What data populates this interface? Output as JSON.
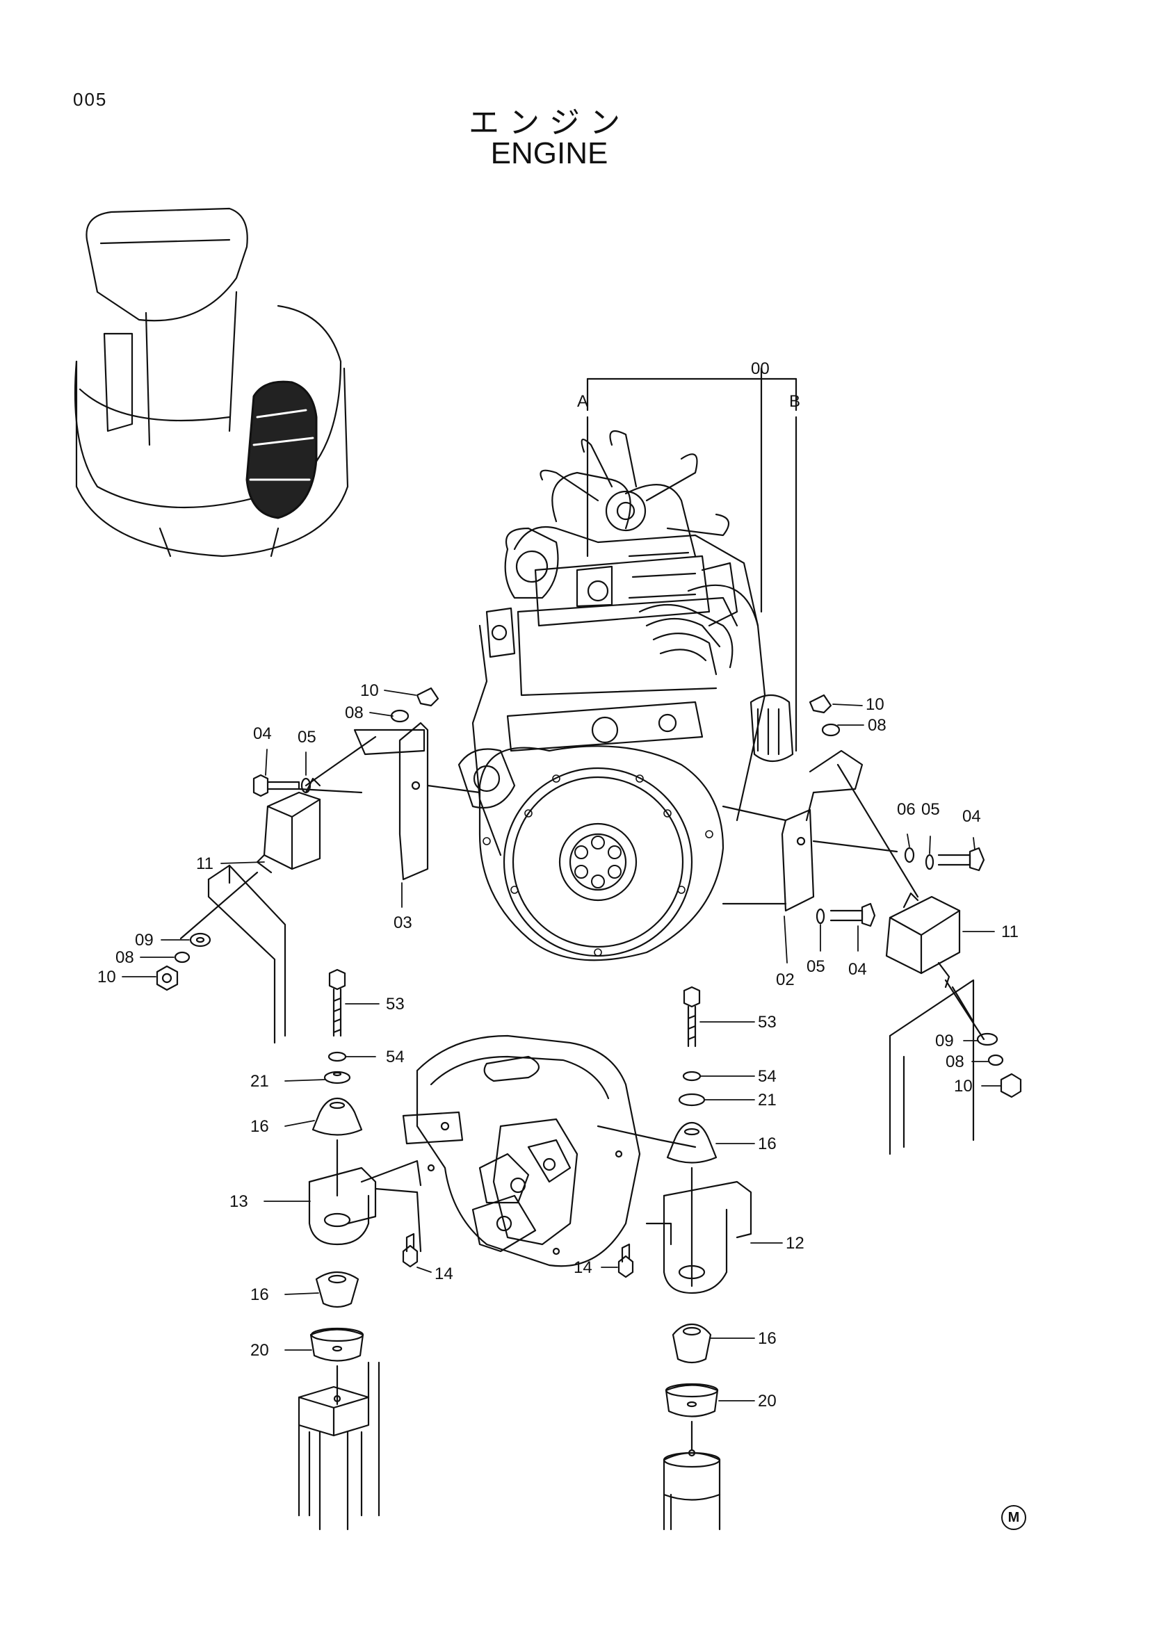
{
  "header": {
    "page_number": "005",
    "title_jp": "エンジン",
    "title_en": "ENGINE"
  },
  "callouts": {
    "assembly": "00",
    "sub_a": "A",
    "sub_b": "B",
    "bracket_right": "02",
    "bracket_left": "03",
    "bolt": "04",
    "spring_washer": "05",
    "washer_small": "06",
    "lock_washer": "08",
    "plain_washer": "09",
    "nut": "10",
    "mount_rubber": "11",
    "bracket_rr": "12",
    "bracket_rl": "13",
    "bolt_flange": "14",
    "damper": "16",
    "cup": "20",
    "seat_washer": "21",
    "long_bolt": "53",
    "washer_54": "54"
  },
  "footer": {
    "mark": "M"
  }
}
